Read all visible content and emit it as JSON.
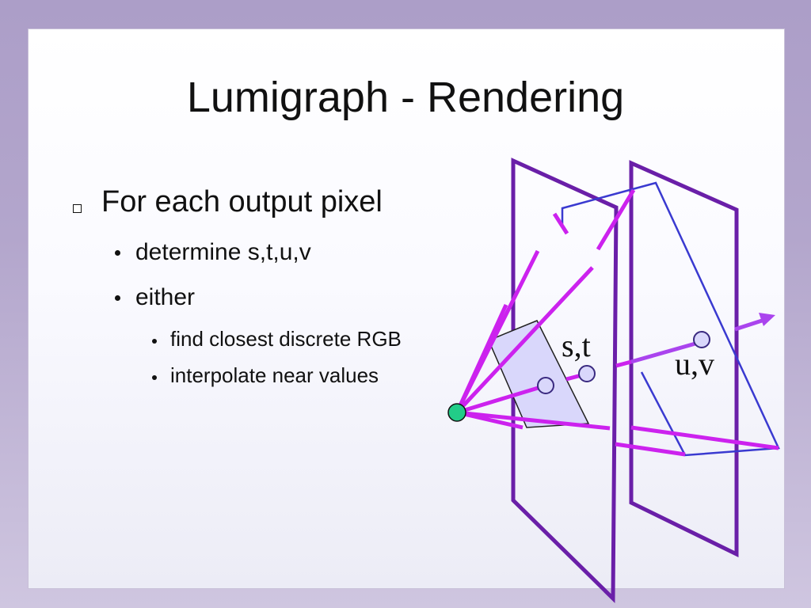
{
  "title": "Lumigraph - Rendering",
  "bullets": {
    "main": "For each output pixel",
    "sub1": "determine s,t,u,v",
    "sub2": "either",
    "subsub1": "find closest discrete RGB",
    "subsub2": "interpolate near values"
  },
  "diagram": {
    "label_st": "s,t",
    "label_uv": "u,v"
  },
  "colors": {
    "plane": "#6a1fa8",
    "ray": "#cc22ee",
    "frustum": "#3a3ad0",
    "pixel_patch": "#d9d7fb",
    "eye": "#22cc88"
  }
}
